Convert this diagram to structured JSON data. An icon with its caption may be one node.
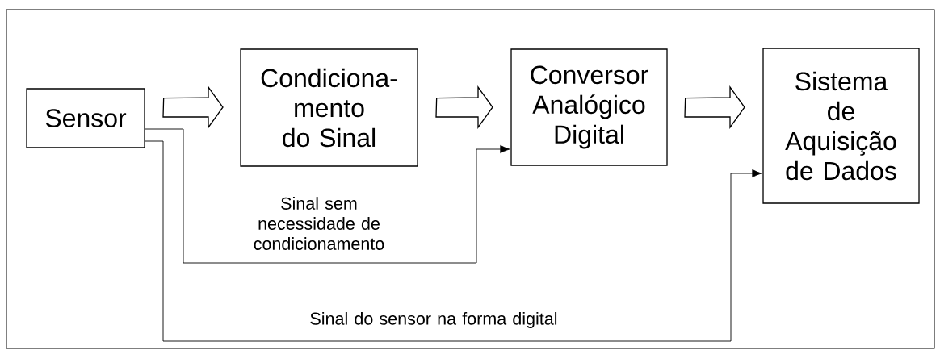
{
  "diagram": {
    "nodes": [
      {
        "text": [
          "Sensor"
        ]
      },
      {
        "text": [
          "Condiciona- mento do Sinal"
        ]
      },
      {
        "text": [
          "Conversor Analógico Digital"
        ]
      },
      {
        "text": [
          "Sistema de Aquisição de Dados"
        ]
      }
    ],
    "edges": [
      {
        "from": 0,
        "to": 1,
        "arrow": "to",
        "style": "thick"
      },
      {
        "from": 1,
        "to": 2,
        "arrow": "to",
        "style": "thick"
      },
      {
        "from": 2,
        "to": 3,
        "arrow": "to",
        "style": "thick"
      },
      {
        "from": 0,
        "to": 2,
        "arrow": "to",
        "label": "Sinal sem necessidade de condicionamento"
      },
      {
        "from": 0,
        "to": 3,
        "arrow": "to",
        "label": "Sinal do sensor na forma digital"
      }
    ]
  }
}
